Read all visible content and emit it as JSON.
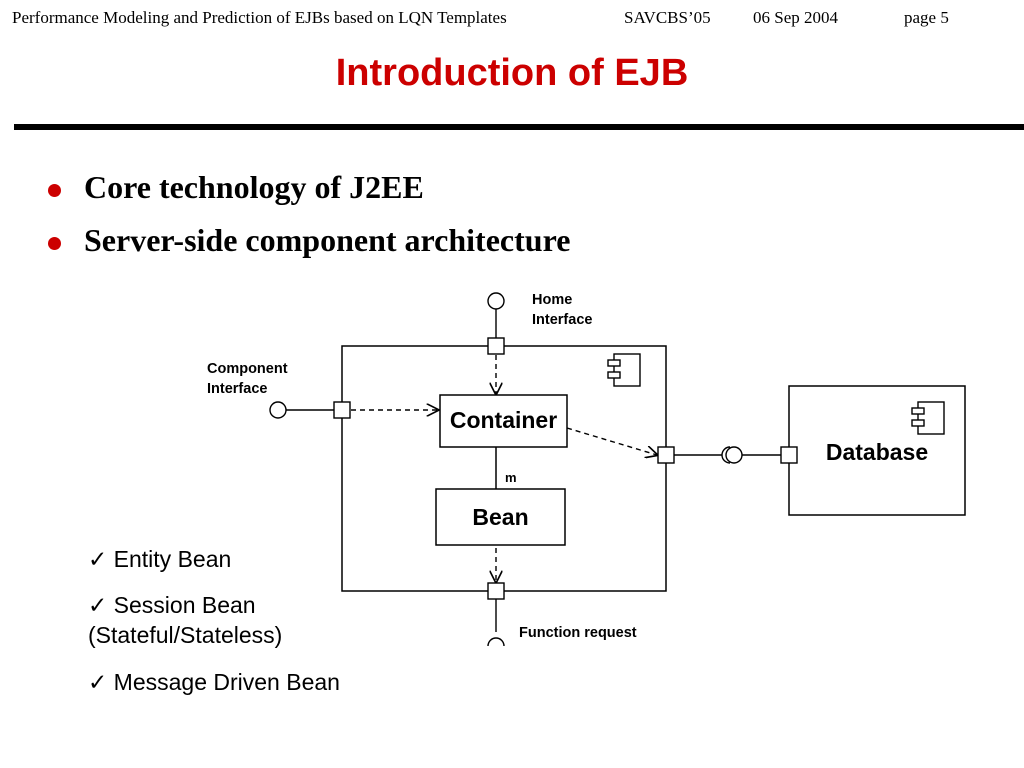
{
  "header": {
    "paper_title": "Performance Modeling and Prediction of EJBs based on LQN Templates",
    "venue": "SAVCBS’05",
    "date": "06 Sep 2004",
    "page": "page 5"
  },
  "title": "Introduction of EJB",
  "bullets": [
    "Core technology of J2EE",
    "Server-side component architecture"
  ],
  "diagram": {
    "home_interface_label": [
      "Home",
      "Interface"
    ],
    "component_interface_label": [
      "Component",
      "Interface"
    ],
    "container_label": "Container",
    "bean_label": "Bean",
    "multiplicity_label": "m",
    "database_label": "Database",
    "function_request_label": "Function request"
  },
  "bean_types": [
    "✓ Entity Bean",
    "✓ Session Bean",
    "(Stateful/Stateless)",
    "✓ Message Driven Bean"
  ],
  "colors": {
    "title": "#cc0000",
    "bullet": "#cc0000",
    "text": "#000000"
  }
}
